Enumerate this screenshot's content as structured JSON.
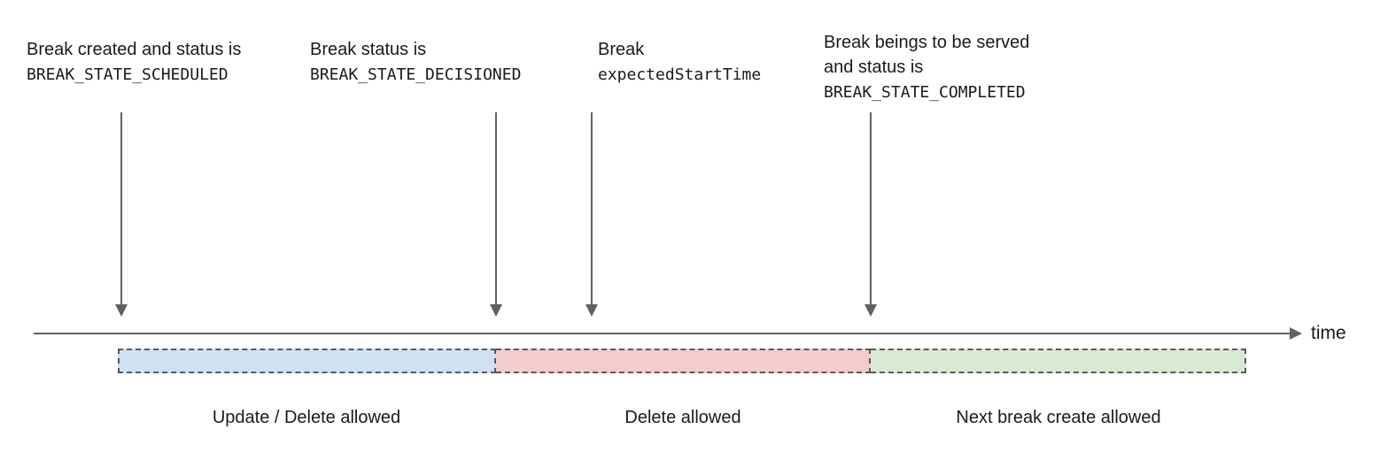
{
  "annotations": [
    {
      "id": "scheduled",
      "lines": [
        "Break created and status is",
        "BREAK_STATE_SCHEDULED"
      ],
      "code_line_index": 1
    },
    {
      "id": "decisioned",
      "lines": [
        "Break status is",
        "BREAK_STATE_DECISIONED"
      ],
      "code_line_index": 1
    },
    {
      "id": "expected-start-time",
      "lines": [
        "Break",
        "expectedStartTime"
      ],
      "code_line_index": 1
    },
    {
      "id": "completed",
      "lines": [
        "Break beings to be served",
        "and status is",
        "BREAK_STATE_COMPLETED"
      ],
      "code_line_index": 2
    }
  ],
  "timeline": {
    "axis_label": "time"
  },
  "segments": [
    {
      "label": "Update / Delete allowed",
      "fill": "#cfe2f3"
    },
    {
      "label": "Delete allowed",
      "fill": "#f4cccc"
    },
    {
      "label": "Next break create allowed",
      "fill": "#d9ead3"
    }
  ],
  "colors": {
    "text": "#1a1a1a",
    "line_and_arrow": "#616161",
    "segment_border": "#595959"
  }
}
